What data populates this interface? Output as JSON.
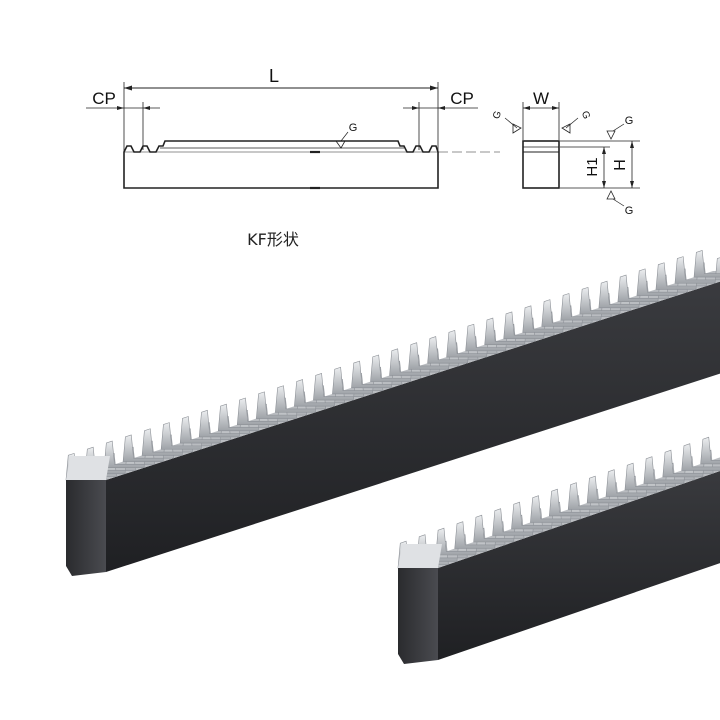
{
  "drawing": {
    "length_label": "L",
    "left_pitch_label": "CP",
    "right_pitch_label": "CP",
    "width_label": "W",
    "height_label": "H",
    "height1_label": "H1",
    "grind_symbol": "G"
  },
  "caption": "KF形状",
  "colors": {
    "line": "#222222",
    "body_dark": "#2e2f33",
    "teeth_light": "#d6d8db"
  }
}
